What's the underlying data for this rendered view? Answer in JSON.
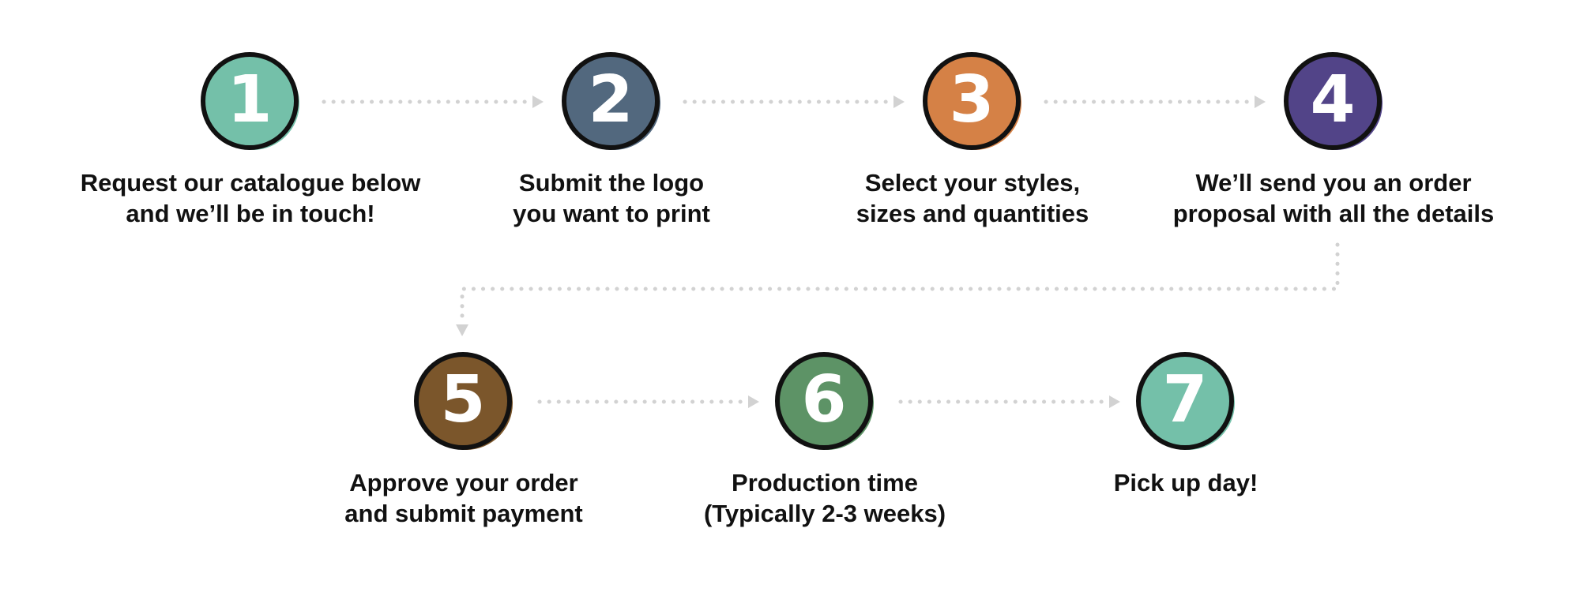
{
  "colors": {
    "connector": "#d2d2d2",
    "outline": "#111111",
    "text": "#111111"
  },
  "steps": [
    {
      "number": "1",
      "color": "#74c0a9",
      "caption": [
        "Request our catalogue below",
        "and we’ll be in touch!"
      ]
    },
    {
      "number": "2",
      "color": "#52687e",
      "caption": [
        "Submit the logo",
        "you want to print"
      ]
    },
    {
      "number": "3",
      "color": "#d58146",
      "caption": [
        "Select your styles,",
        "sizes and quantities"
      ]
    },
    {
      "number": "4",
      "color": "#524488",
      "caption": [
        "We’ll send you an order",
        "proposal with all the details"
      ]
    },
    {
      "number": "5",
      "color": "#7b562b",
      "caption": [
        "Approve your order",
        "and submit payment"
      ]
    },
    {
      "number": "6",
      "color": "#5d9366",
      "caption": [
        "Production time",
        "(Typically 2-3 weeks)"
      ]
    },
    {
      "number": "7",
      "color": "#74c0a9",
      "caption": [
        "Pick up day!"
      ]
    }
  ]
}
